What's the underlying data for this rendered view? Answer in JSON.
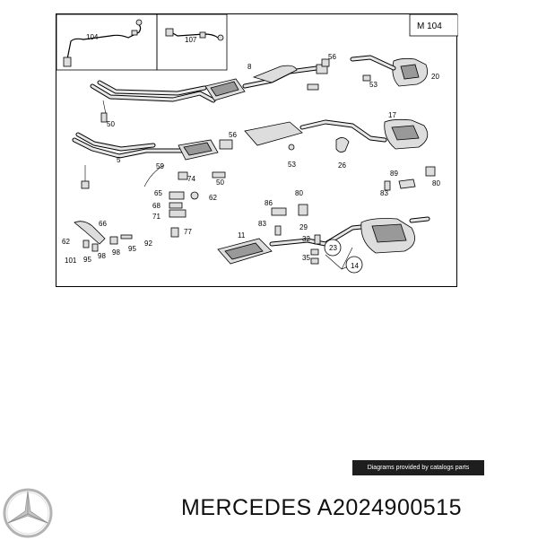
{
  "diagram": {
    "engine_code": "M 104",
    "part_labels": [
      "104",
      "107",
      "8",
      "56",
      "53",
      "20",
      "50",
      "56",
      "17",
      "5",
      "74",
      "59",
      "53",
      "26",
      "50",
      "89",
      "80",
      "65",
      "62",
      "83",
      "68",
      "71",
      "86",
      "80",
      "66",
      "77",
      "83",
      "29",
      "62",
      "11",
      "98",
      "95",
      "92",
      "32",
      "23",
      "101",
      "95",
      "98",
      "35",
      "14"
    ]
  },
  "credit": "Diagrams provided by catalogs parts",
  "caption": {
    "brand": "MERCEDES",
    "part_number": "A2024900515"
  },
  "icons": {
    "logo": "mercedes-star-icon"
  }
}
